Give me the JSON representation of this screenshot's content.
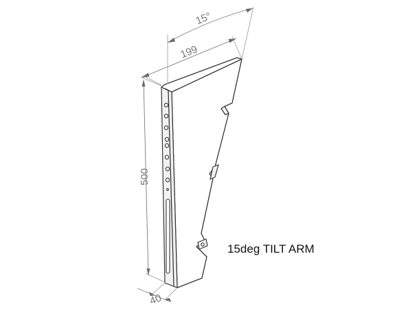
{
  "dimensions": {
    "angle": "15°",
    "depth": "199",
    "height": "500",
    "width": "40"
  },
  "caption": "15deg TILT ARM"
}
